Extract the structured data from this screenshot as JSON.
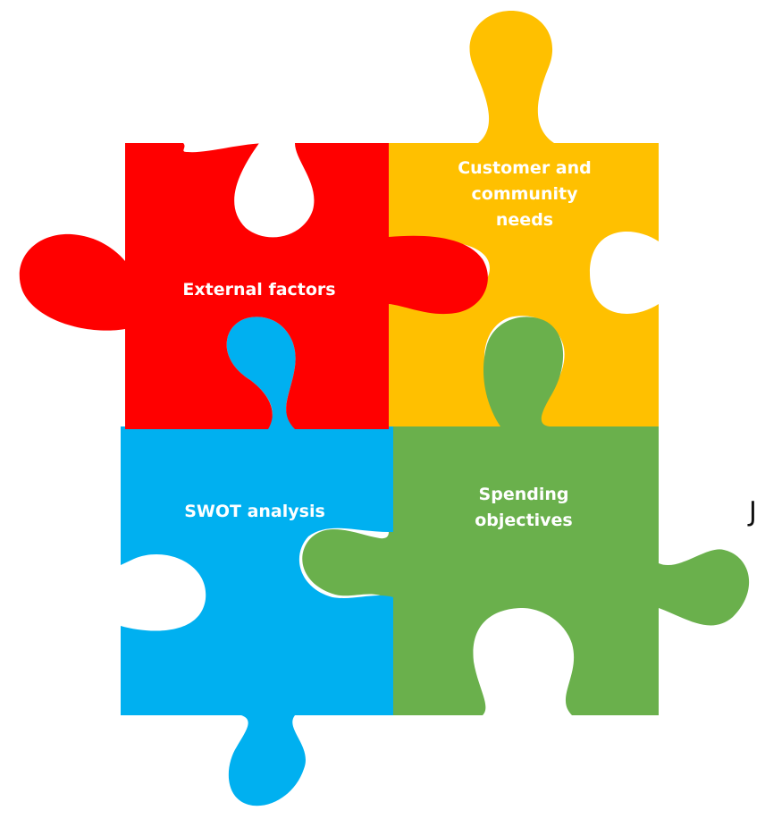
{
  "pieces": [
    {
      "id": "external",
      "label_lines": [
        "External factors"
      ],
      "color": "#ff0000"
    },
    {
      "id": "customer",
      "label_lines": [
        "Customer and",
        "community",
        "needs"
      ],
      "color": "#ffc000"
    },
    {
      "id": "swot",
      "label_lines": [
        "SWOT analysis"
      ],
      "color": "#00b0f0"
    },
    {
      "id": "spending",
      "label_lines": [
        "Spending",
        "objectives"
      ],
      "color": "#6ab04c"
    }
  ],
  "stray_glyph": "J"
}
